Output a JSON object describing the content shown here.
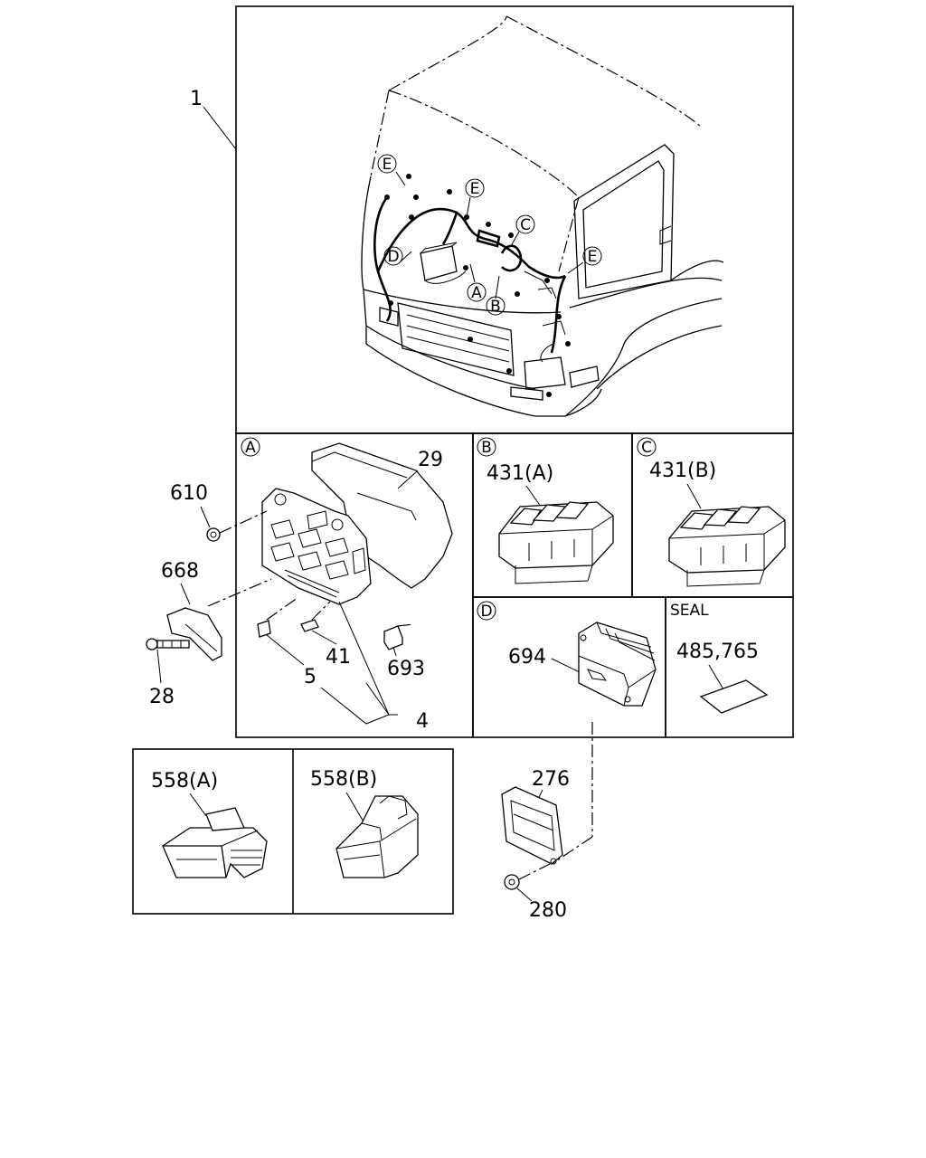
{
  "callouts": {
    "c1": "1",
    "c29": "29",
    "c610": "610",
    "c668": "668",
    "c28": "28",
    "c5": "5",
    "c41": "41",
    "c4": "4",
    "c693": "693",
    "c431a": "431(A)",
    "c431b": "431(B)",
    "c694": "694",
    "c485": "485,765",
    "c276": "276",
    "c280": "280",
    "c558a": "558(A)",
    "c558b": "558(B)"
  },
  "panel_labels": {
    "A": "A",
    "B": "B",
    "C": "C",
    "D": "D",
    "seal": "SEAL"
  },
  "cab_markers": {
    "E1": "E",
    "E2": "E",
    "E3": "E",
    "C": "C",
    "D": "D",
    "A": "A",
    "B": "B"
  }
}
